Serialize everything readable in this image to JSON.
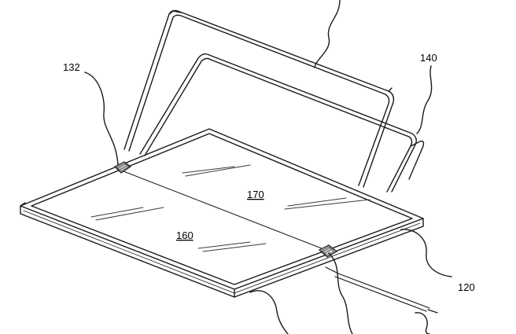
{
  "colors": {
    "line": "#1a1a1a",
    "hatch": "#3a3a3a",
    "background": "#ffffff"
  },
  "labels": {
    "ref_132": "132",
    "ref_140": "140",
    "ref_170": "170",
    "ref_160": "160",
    "ref_120": "120"
  }
}
